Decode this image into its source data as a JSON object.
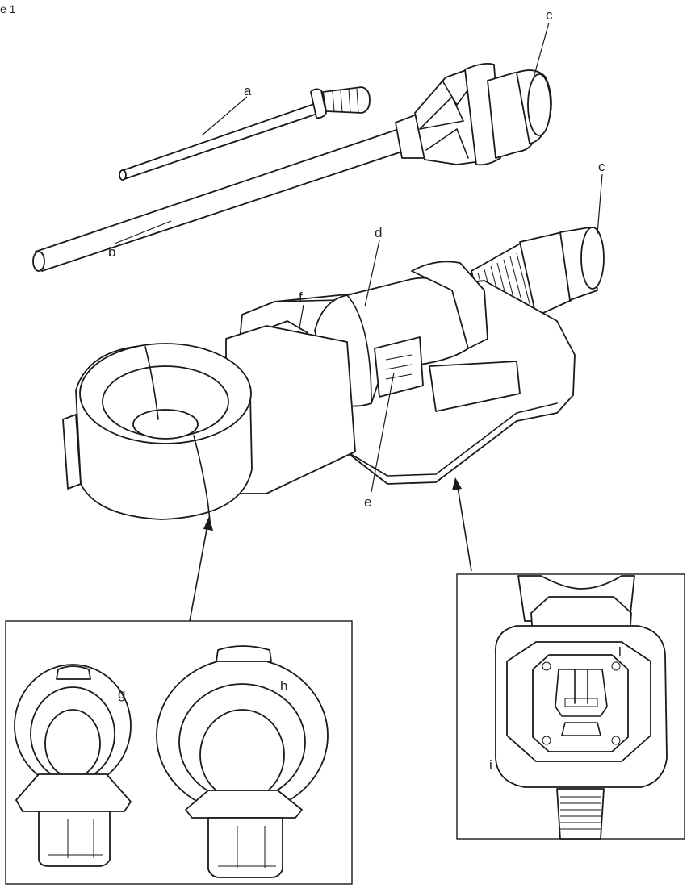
{
  "figure": {
    "label": "e 1"
  },
  "callouts": {
    "a": "a",
    "b": "b",
    "c_top": "c",
    "c_mid": "c",
    "d": "d",
    "e": "e",
    "f": "f",
    "g": "g",
    "h": "h",
    "i": "i",
    "l": "l"
  }
}
